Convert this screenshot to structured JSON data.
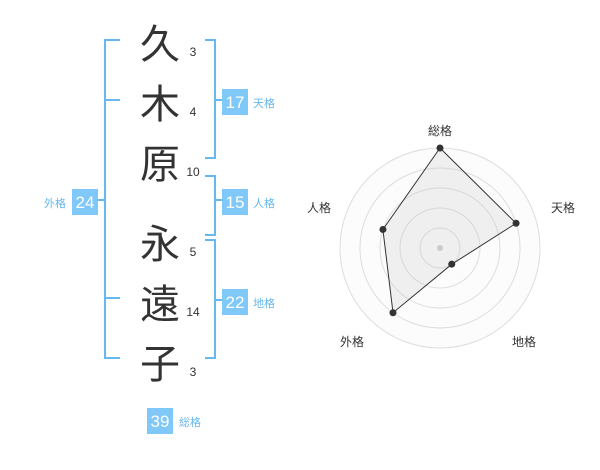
{
  "accent_color": "#7fc8f8",
  "line_color": "#66b8ee",
  "name_chars": [
    {
      "char": "久",
      "strokes": "3"
    },
    {
      "char": "木",
      "strokes": "4"
    },
    {
      "char": "原",
      "strokes": "10"
    },
    {
      "char": "永",
      "strokes": "5"
    },
    {
      "char": "遠",
      "strokes": "14"
    },
    {
      "char": "子",
      "strokes": "3"
    }
  ],
  "fortunes": {
    "tenkaku": {
      "value": "17",
      "label": "天格"
    },
    "jinkaku": {
      "value": "15",
      "label": "人格"
    },
    "chikaku": {
      "value": "22",
      "label": "地格"
    },
    "gaikaku": {
      "value": "24",
      "label": "外格"
    },
    "soukaku": {
      "value": "39",
      "label": "総格"
    }
  },
  "chart_data": {
    "type": "radar",
    "axes": [
      "総格",
      "天格",
      "地格",
      "外格",
      "人格"
    ],
    "values": [
      1.0,
      0.8,
      0.2,
      0.8,
      0.6
    ],
    "rings": 5,
    "range": [
      0,
      1
    ]
  }
}
